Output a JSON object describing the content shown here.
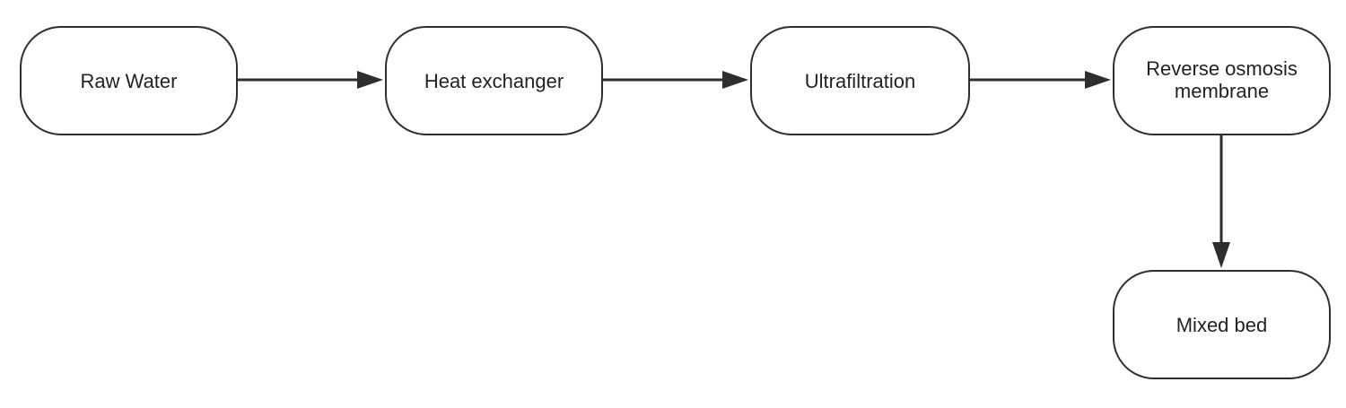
{
  "nodes": {
    "raw_water": "Raw Water",
    "heat_exchanger": "Heat exchanger",
    "ultrafiltration": "Ultrafiltration",
    "reverse_osmosis": "Reverse osmosis membrane",
    "mixed_bed": "Mixed bed"
  },
  "edges": [
    {
      "from": "raw_water",
      "to": "heat_exchanger"
    },
    {
      "from": "heat_exchanger",
      "to": "ultrafiltration"
    },
    {
      "from": "ultrafiltration",
      "to": "reverse_osmosis"
    },
    {
      "from": "reverse_osmosis",
      "to": "mixed_bed"
    }
  ],
  "colors": {
    "stroke": "#2e2e2e",
    "text": "#222222",
    "background": "#ffffff"
  }
}
